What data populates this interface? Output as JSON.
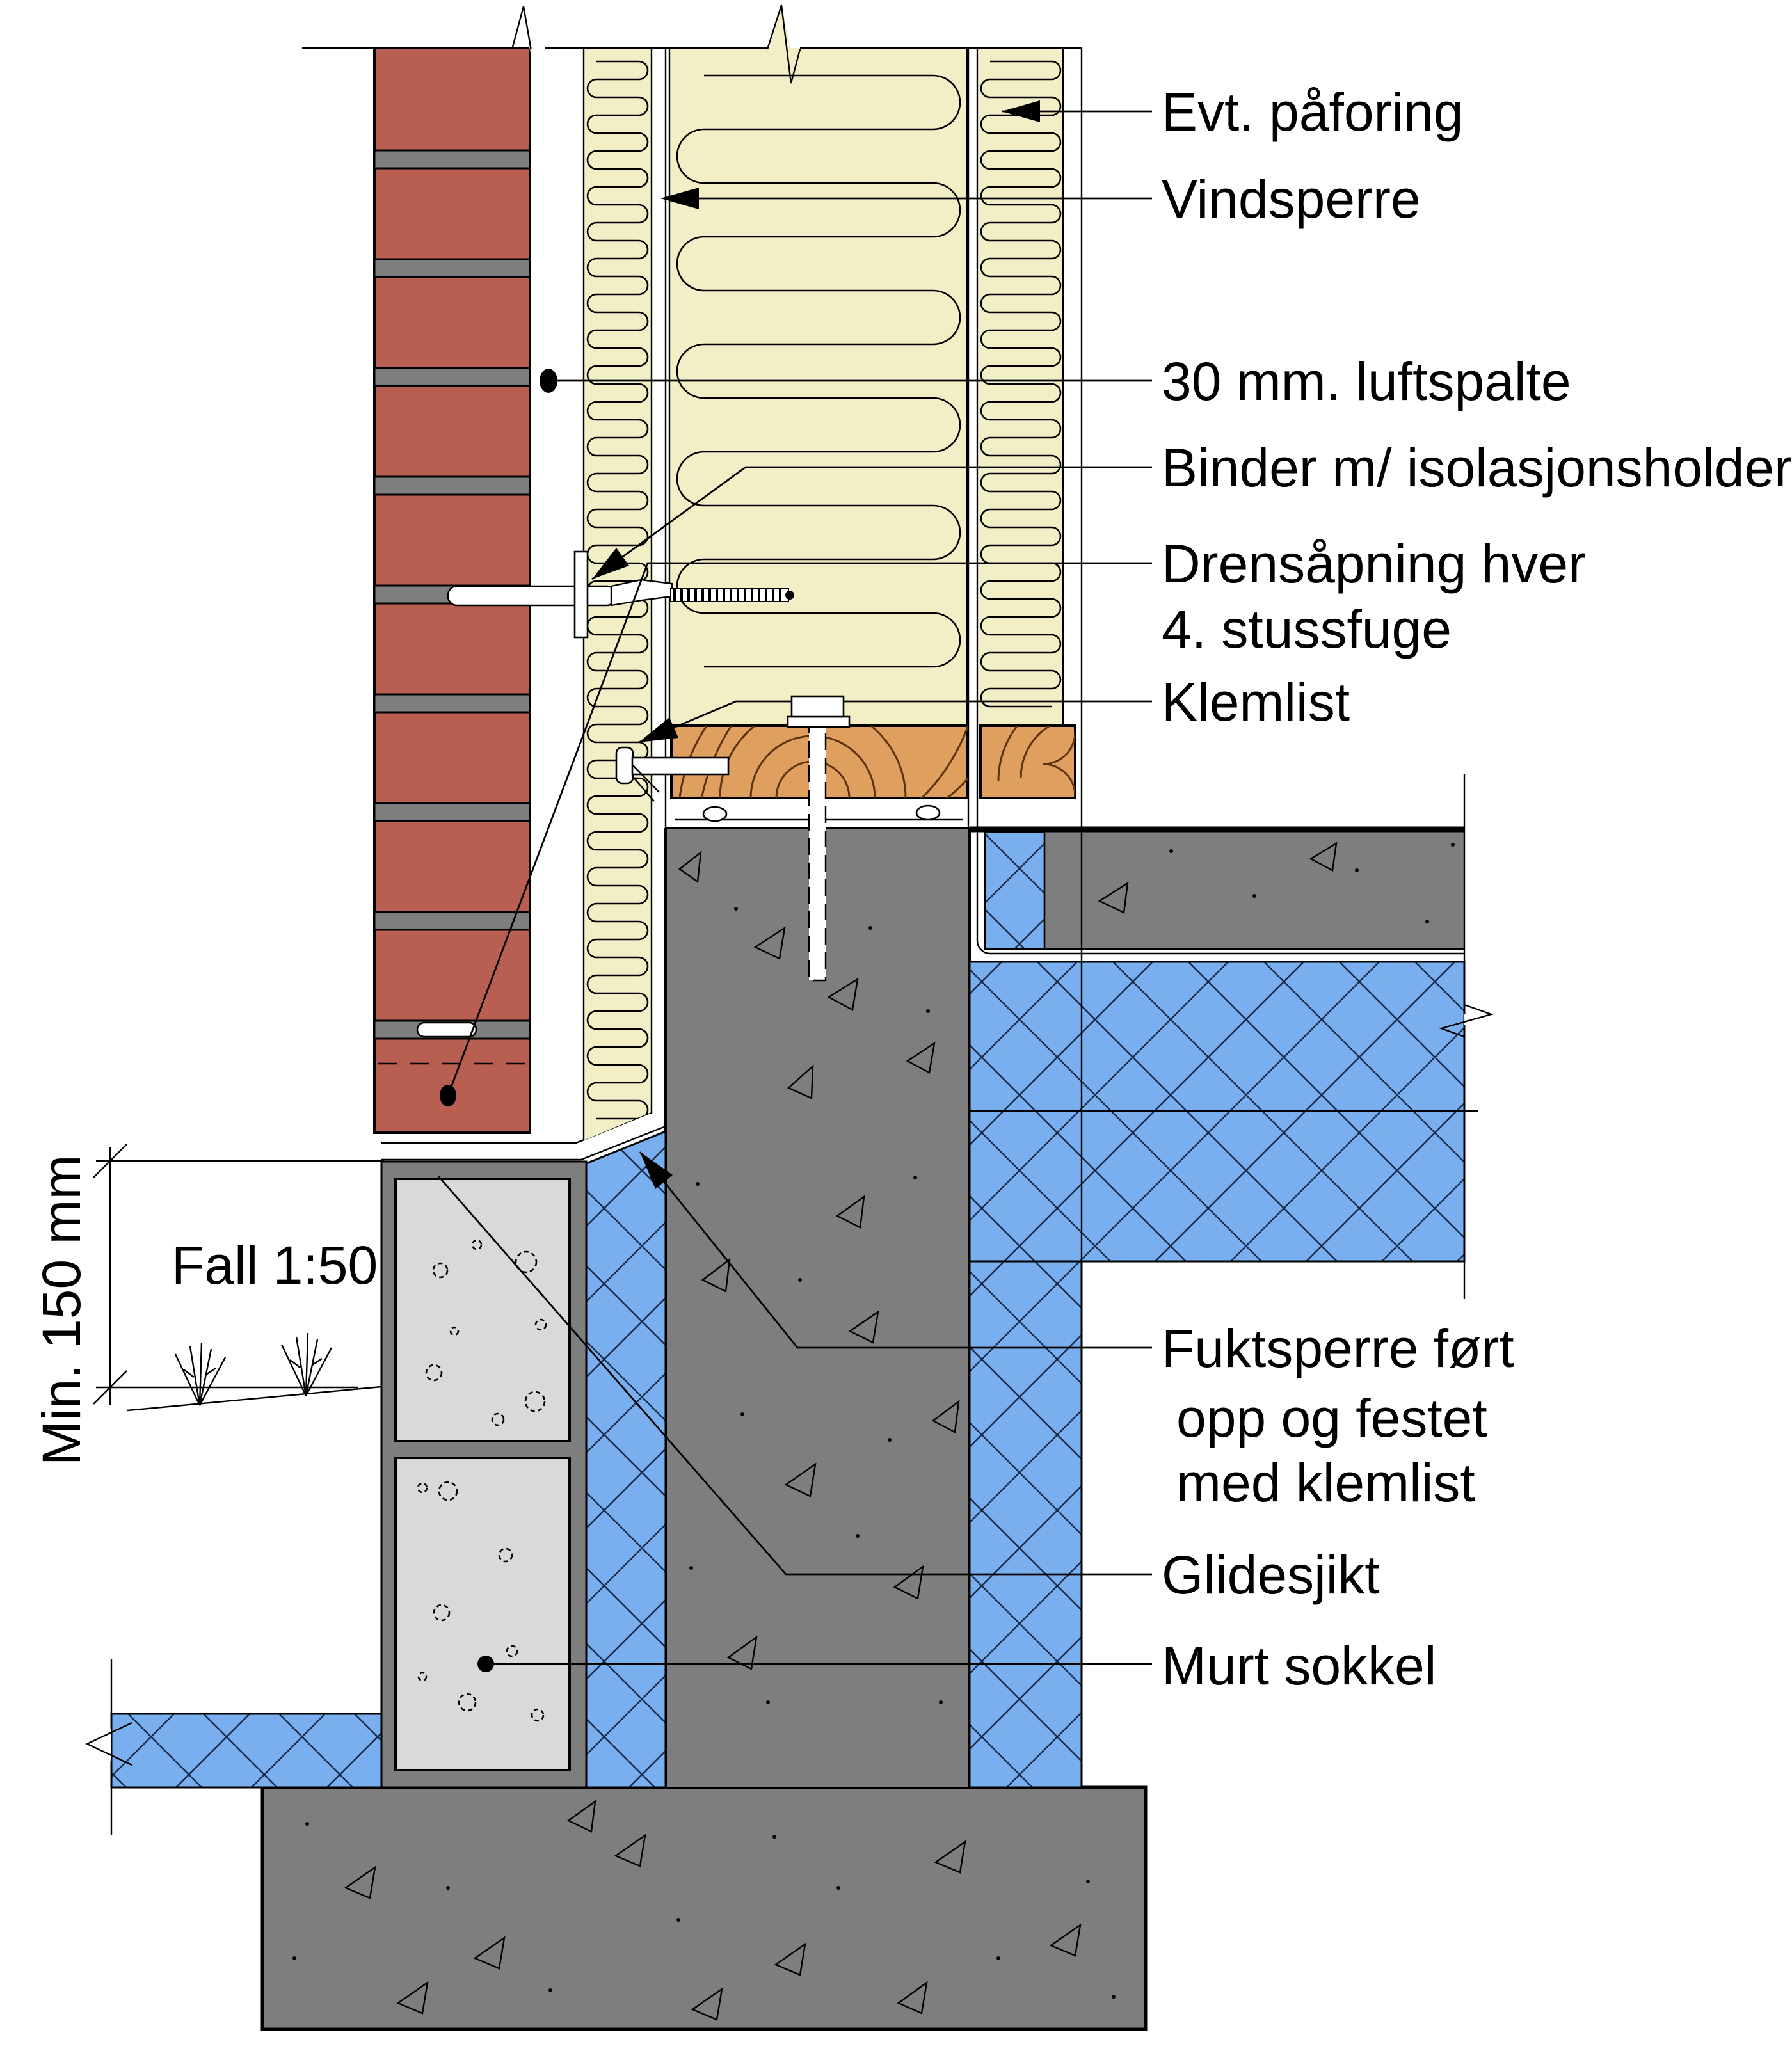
{
  "drawing": {
    "type": "construction-detail-section",
    "subject": "Brick veneer wall and insulated foundation junction",
    "language": "Norwegian"
  },
  "labels": {
    "evt_paforing": "Evt. påforing",
    "vindsperre": "Vindsperre",
    "luftspalte": "30 mm. luftspalte",
    "binder": "Binder m/ isolasjonsholder",
    "drensapning_l1": "Drensåpning hver",
    "drensapning_l2": "4. stussfuge",
    "klemlist": "Klemlist",
    "fuktsperre_l1": "Fuktsperre ført",
    "fuktsperre_l2": "opp og festet",
    "fuktsperre_l3": "med klemlist",
    "glidesjikt": "Glidesjikt",
    "murt_sokkel": "Murt sokkel",
    "fall": "Fall 1:50",
    "min_150": "Min. 150 mm"
  },
  "colors": {
    "background": "#FFFFFF",
    "line": "#000000",
    "brick": "#B85F51",
    "mortar": "#7E7E7E",
    "insulation_mineral_wool": "#F2EFC7",
    "wood_sill": "#DFA05F",
    "wood_grain": "#5C330F",
    "concrete": "#7E7E7E",
    "plinth_block": "#D9D9D9",
    "insulation_board_blue": "#79AFEF"
  }
}
